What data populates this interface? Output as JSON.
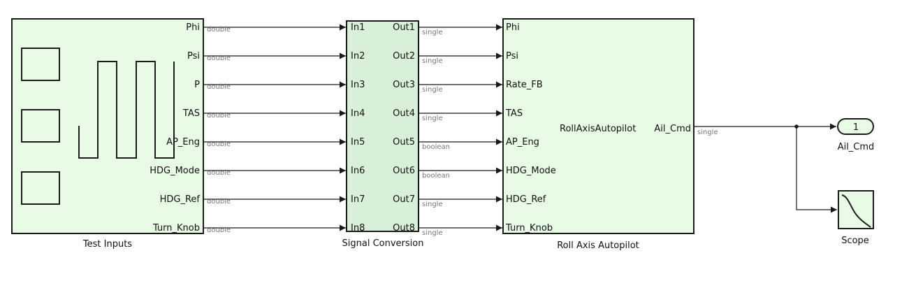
{
  "test_inputs": {
    "caption": "Test Inputs",
    "outports": [
      "Phi",
      "Psi",
      "P",
      "TAS",
      "AP_Eng",
      "HDG_Mode",
      "HDG_Ref",
      "Turn_Knob"
    ],
    "signal_types": [
      "double",
      "double",
      "double",
      "double",
      "double",
      "double",
      "double",
      "double"
    ]
  },
  "signal_conversion": {
    "caption": "Signal Conversion",
    "inports": [
      "In1",
      "In2",
      "In3",
      "In4",
      "In5",
      "In6",
      "In7",
      "In8"
    ],
    "outports": [
      "Out1",
      "Out2",
      "Out3",
      "Out4",
      "Out5",
      "Out6",
      "Out7",
      "Out8"
    ],
    "signal_types": [
      "single",
      "single",
      "single",
      "single",
      "boolean",
      "boolean",
      "single",
      "single"
    ]
  },
  "roll_axis_autopilot": {
    "caption": "Roll Axis Autopilot",
    "center_label": "RollAxisAutopilot",
    "inports": [
      "Phi",
      "Psi",
      "Rate_FB",
      "TAS",
      "AP_Eng",
      "HDG_Mode",
      "HDG_Ref",
      "Turn_Knob"
    ],
    "outport": "Ail_Cmd",
    "signal_type": "single"
  },
  "outport_block": {
    "number": "1",
    "caption": "Ail_Cmd"
  },
  "scope_block": {
    "caption": "Scope",
    "icon": "scope-icon"
  },
  "colors": {
    "block_fill": "#e8fbe5",
    "conversion_fill": "#d8f0d8",
    "line": "#1a1a1a",
    "signal_label": "#777777"
  }
}
